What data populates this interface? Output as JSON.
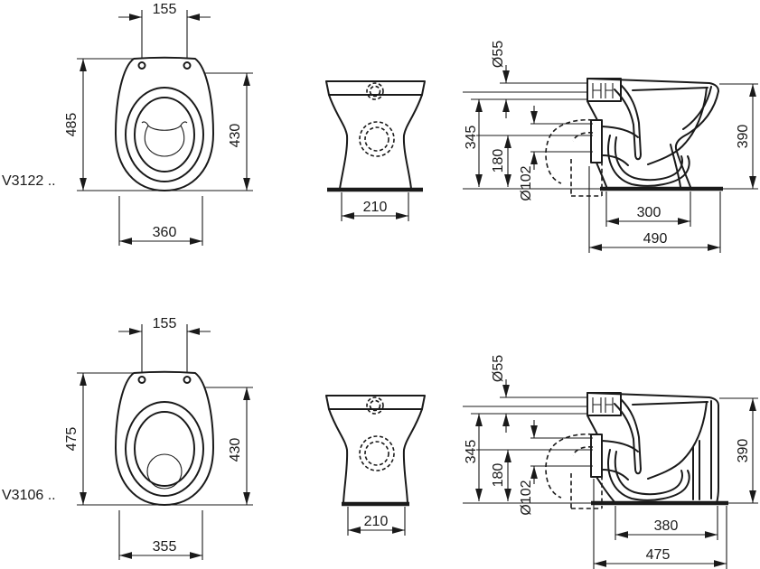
{
  "drawing": {
    "type": "technical-dimension-drawing",
    "colors": {
      "line": "#1a1a1a",
      "background": "#ffffff"
    },
    "rows": [
      {
        "model": "V3122 ..",
        "plan": {
          "hinge_span": "155",
          "overall_length": "485",
          "bowl_length": "430",
          "overall_width": "360"
        },
        "front": {
          "foot_width": "210"
        },
        "side": {
          "inlet_diameter": "Ø55",
          "inlet_height": "345",
          "outlet_height": "180",
          "outlet_diameter": "Ø102",
          "bowl_height": "390",
          "foot_depth": "300",
          "overall_depth": "490"
        }
      },
      {
        "model": "V3106 ..",
        "plan": {
          "hinge_span": "155",
          "overall_length": "475",
          "bowl_length": "430",
          "overall_width": "355"
        },
        "front": {
          "foot_width": "210"
        },
        "side": {
          "inlet_diameter": "Ø55",
          "inlet_height": "345",
          "outlet_height": "180",
          "outlet_diameter": "Ø102",
          "bowl_height": "390",
          "foot_depth": "380",
          "overall_depth": "475"
        }
      }
    ]
  }
}
